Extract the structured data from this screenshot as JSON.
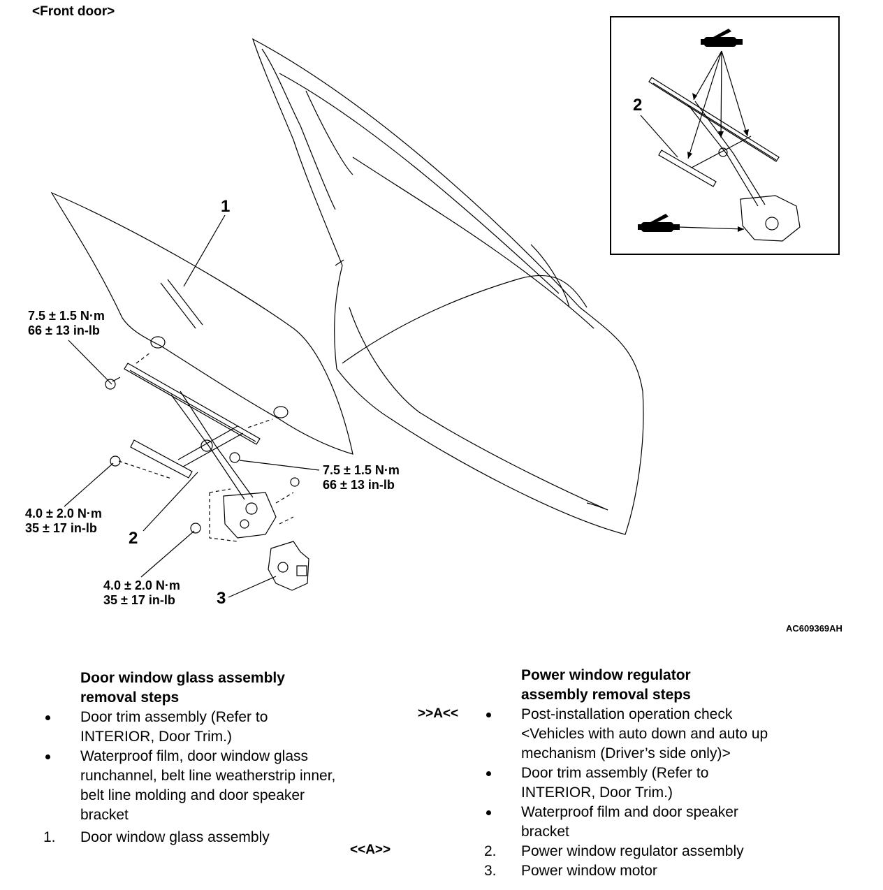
{
  "title": "<Front door>",
  "figure_id": "AC609369AH",
  "callouts": {
    "c1": "1",
    "c2": "2",
    "c3": "3",
    "inset_c2": "2"
  },
  "torques": {
    "glass_bolt": {
      "nm": "7.5 ± 1.5 N·m",
      "inlb": "66 ± 13 in-lb"
    },
    "regulator_bolt": {
      "nm": "7.5 ± 1.5 N·m",
      "inlb": "66 ± 13 in-lb"
    },
    "bracket_nut": {
      "nm": "4.0 ± 2.0 N·m",
      "inlb": "35 ± 17 in-lb"
    },
    "motor_bolt": {
      "nm": "4.0 ± 2.0 N·m",
      "inlb": "35 ± 17 in-lb"
    }
  },
  "glass_steps": {
    "heading_line1": "Door window glass assembly",
    "heading_line2": "removal steps",
    "items": [
      {
        "marker": "•",
        "text": "Door trim assembly (Refer to INTERIOR, Door Trim.)"
      },
      {
        "marker": "•",
        "text": "Waterproof film, door window glass runchannel, belt line weatherstrip inner, belt line molding and door speaker bracket"
      },
      {
        "marker": "1.",
        "text": "Door window glass assembly"
      }
    ]
  },
  "regulator_steps": {
    "heading_line1": "Power window regulator",
    "heading_line2": "assembly removal steps",
    "items": [
      {
        "marker": "•",
        "text": "Post-installation operation check <Vehicles with auto down and auto up mechanism (Driver’s side only)>",
        "ref": ">>A<<"
      },
      {
        "marker": "•",
        "text": "Door trim assembly (Refer to INTERIOR, Door Trim.)"
      },
      {
        "marker": "•",
        "text": "Waterproof film and door speaker bracket"
      },
      {
        "marker": "2.",
        "text": "Power window regulator assembly",
        "ref": "<<A>>"
      },
      {
        "marker": "3.",
        "text": "Power window motor"
      }
    ]
  },
  "icons": [
    "grease-gun-icon",
    "grease-gun-icon"
  ]
}
